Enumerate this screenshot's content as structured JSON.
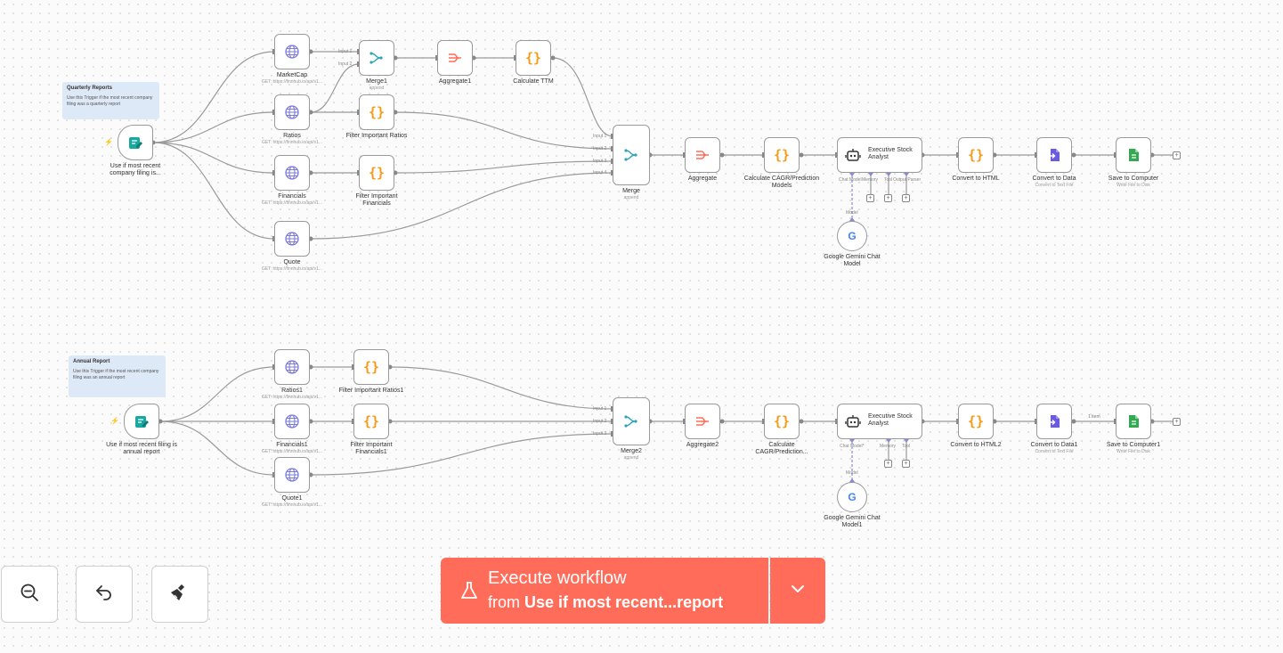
{
  "workflow1": {
    "sticky": {
      "title": "Quarterly Reports",
      "text": "Use this Trigger if the most recent company filing was a quarterly report"
    },
    "trigger": {
      "label": "Use if most recent company filing is..."
    },
    "marketcap": {
      "label": "MarketCap",
      "sub": "GET: https://finnhub.io/api/v1..."
    },
    "ratios": {
      "label": "Ratios",
      "sub": "GET: https://finnhub.io/api/v1..."
    },
    "financials": {
      "label": "Financials",
      "sub": "GET: https://finnhub.io/api/v1..."
    },
    "quote": {
      "label": "Quote",
      "sub": "GET: https://finnhub.io/api/v1..."
    },
    "merge1": {
      "label": "Merge1",
      "sub": "append",
      "input1": "Input 1",
      "input2": "Input 2"
    },
    "aggregate1": {
      "label": "Aggregate1"
    },
    "calc_ttm": {
      "label": "Calculate TTM"
    },
    "filter_ratios": {
      "label": "Filter Important Ratios"
    },
    "filter_financials": {
      "label": "Filter Important Financials"
    },
    "merge": {
      "label": "Merge",
      "sub": "append",
      "inputs": [
        "Input 1",
        "Input 2",
        "Input 3",
        "Input 4"
      ]
    },
    "aggregate": {
      "label": "Aggregate"
    },
    "calc_cagr": {
      "label": "Calculate CAGR/Prediction Models"
    },
    "agent": {
      "title": "Executive Stock Analyst",
      "ports": [
        "Chat Model",
        "Memory",
        "Tool",
        "Output Parser"
      ]
    },
    "gemini": {
      "label": "Google Gemini Chat Model",
      "port": "Model"
    },
    "to_html": {
      "label": "Convert to HTML"
    },
    "to_data": {
      "label": "Convert to Data",
      "sub": "Convert to Text File"
    },
    "save": {
      "label": "Save to Computer",
      "sub": "Write File to Disk"
    }
  },
  "workflow2": {
    "sticky": {
      "title": "Annual Report",
      "text": "Use this Trigger if the most recent company filing was an annual report"
    },
    "trigger": {
      "label": "Use if most recent filing is annual report"
    },
    "ratios1": {
      "label": "Ratios1",
      "sub": "GET: https://finnhub.io/api/v1..."
    },
    "financials1": {
      "label": "Financials1",
      "sub": "GET: https://finnhub.io/api/v1..."
    },
    "quote1": {
      "label": "Quote1",
      "sub": "GET: https://finnhub.io/api/v1..."
    },
    "filter_ratios1": {
      "label": "Filter Important Ratios1"
    },
    "filter_financials1": {
      "label": "Filter Important Financials1"
    },
    "merge2": {
      "label": "Merge2",
      "sub": "append",
      "inputs": [
        "Input 1",
        "Input 2",
        "Input 3"
      ]
    },
    "aggregate2": {
      "label": "Aggregate2"
    },
    "calc_cagr": {
      "label": "Calculate CAGR/Prediction..."
    },
    "agent": {
      "title": "Executive Stock Analyst",
      "ports": [
        "Chat Model*",
        "Memory",
        "Tool"
      ]
    },
    "gemini": {
      "label": "Google Gemini Chat Model1",
      "port": "Model"
    },
    "to_html": {
      "label": "Convert to HTML2"
    },
    "to_data": {
      "label": "Convert to Data1",
      "sub": "Convert to Text File",
      "items": "1 item"
    },
    "save": {
      "label": "Save to Computer1",
      "sub": "Write File to Disk"
    }
  },
  "toolbar": {
    "zoom_out": "zoom-out-icon",
    "undo": "undo-icon",
    "tidy": "broom-icon"
  },
  "execute": {
    "title": "Execute workflow",
    "from_prefix": "from",
    "from_node": "Use if most recent...report"
  },
  "colors": {
    "accent": "#ff6d5a",
    "globe": "#7b7bd9",
    "code": "#f59b18",
    "merge": "#2ea5b8",
    "save": "#34a853",
    "convert": "#6a5ae0",
    "sticky": "#dde9f7"
  }
}
